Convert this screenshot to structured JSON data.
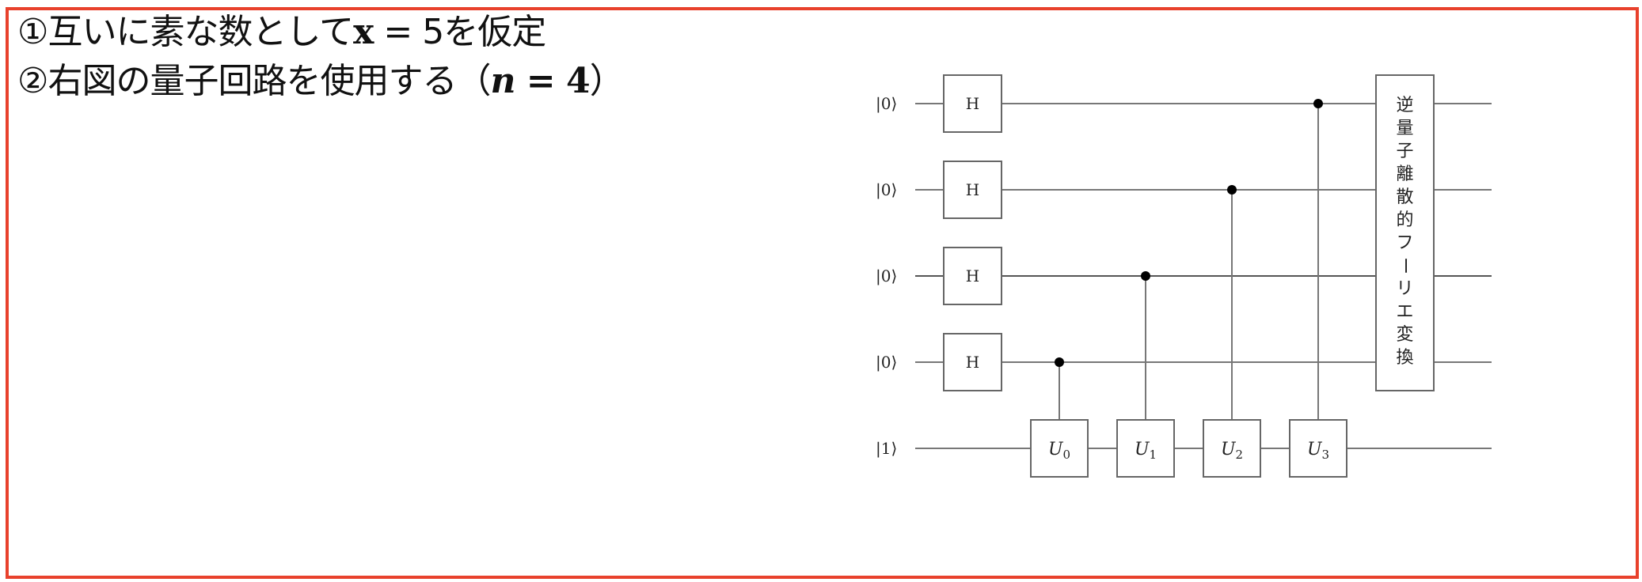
{
  "text": {
    "line1": {
      "marker": "①",
      "prefix": "互いに素な数として",
      "variable": "x",
      "equals": " = ",
      "value": "5",
      "suffix": "を仮定"
    },
    "line2": {
      "marker": "②",
      "prefix": "右図の量子回路を使用する",
      "open_paren": "（",
      "variable": "n",
      "equals": " = ",
      "value": "4",
      "close_paren": "）"
    }
  },
  "colors": {
    "frame_border": "#e8412c",
    "wire": "#777777",
    "gate_border": "#666666",
    "control_dot": "#000000"
  },
  "circuit": {
    "qubits": [
      {
        "ket": "|0⟩",
        "gate": "H"
      },
      {
        "ket": "|0⟩",
        "gate": "H"
      },
      {
        "ket": "|0⟩",
        "gate": "H"
      },
      {
        "ket": "|0⟩",
        "gate": "H"
      },
      {
        "ket": "|1⟩",
        "gate": ""
      }
    ],
    "controlled_gates": [
      {
        "label": "U",
        "sub": "0",
        "control_qubit": 3
      },
      {
        "label": "U",
        "sub": "1",
        "control_qubit": 2
      },
      {
        "label": "U",
        "sub": "2",
        "control_qubit": 1
      },
      {
        "label": "U",
        "sub": "3",
        "control_qubit": 0
      }
    ],
    "qft_box": {
      "label_chars": [
        "逆",
        "量",
        "子",
        "離",
        "散",
        "的",
        "フ",
        "ー",
        "リ",
        "エ",
        "変",
        "換"
      ],
      "label": "逆量子離散的フーリエ変換"
    }
  }
}
